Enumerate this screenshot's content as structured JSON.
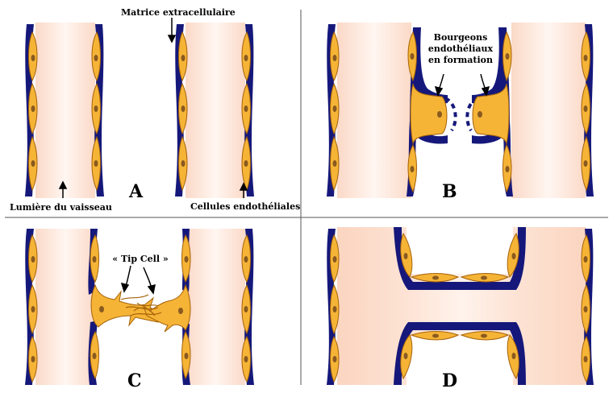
{
  "labels": {
    "extracellular_matrix": "Matrice extracellulaire",
    "vessel_lumen": "Lumière du vaisseau",
    "endothelial_cells": "Cellules endothéliales",
    "buds_line1": "Bourgeons",
    "buds_line2": "endothéliaux",
    "buds_line3": "en formation",
    "tip_cell": "« Tip Cell »"
  },
  "panels": {
    "a": "A",
    "b": "B",
    "c": "C",
    "d": "D"
  },
  "colors": {
    "basement_membrane": "#15187a",
    "cell_fill": "#f5b436",
    "cell_outline": "#a5620a",
    "nucleus": "#8a5a20",
    "lumen_center": "#fde8dc",
    "lumen_edge": "#ffffff"
  }
}
